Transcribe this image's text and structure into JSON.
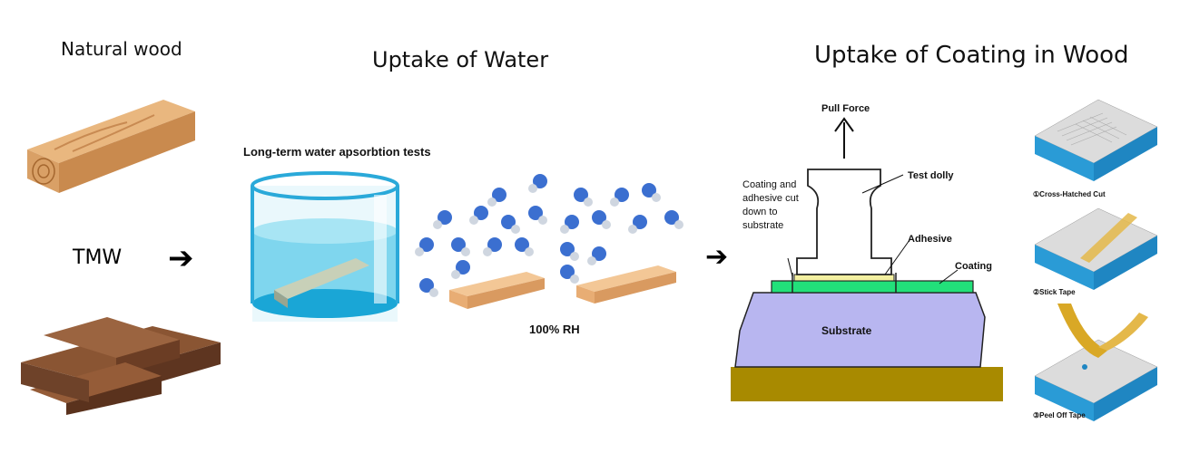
{
  "headings": {
    "natural_wood": "Natural wood",
    "uptake_water": "Uptake of Water",
    "uptake_coating": "Uptake of Coating in Wood"
  },
  "labels": {
    "tmw": "TMW",
    "long_term": "Long-term water apsorbtion tests",
    "rh": "100% RH",
    "pull_force": "Pull Force",
    "test_dolly": "Test dolly",
    "cut_line1": "Coating and",
    "cut_line2": "adhesive cut",
    "cut_line3": "down to",
    "cut_line4": "substrate",
    "adhesive": "Adhesive",
    "coating": "Coating",
    "substrate": "Substrate",
    "step1": "①Cross-Hatched Cut",
    "step2": "②Stick Tape",
    "step3": "③Peel Off Tape"
  },
  "colors": {
    "substrate": "#b8b6f0",
    "coating": "#22e07a",
    "base": "#a88a00",
    "water": "#7fd6ee",
    "wood_light": "#e8b27c",
    "wood_dark": "#7a4a2e"
  }
}
